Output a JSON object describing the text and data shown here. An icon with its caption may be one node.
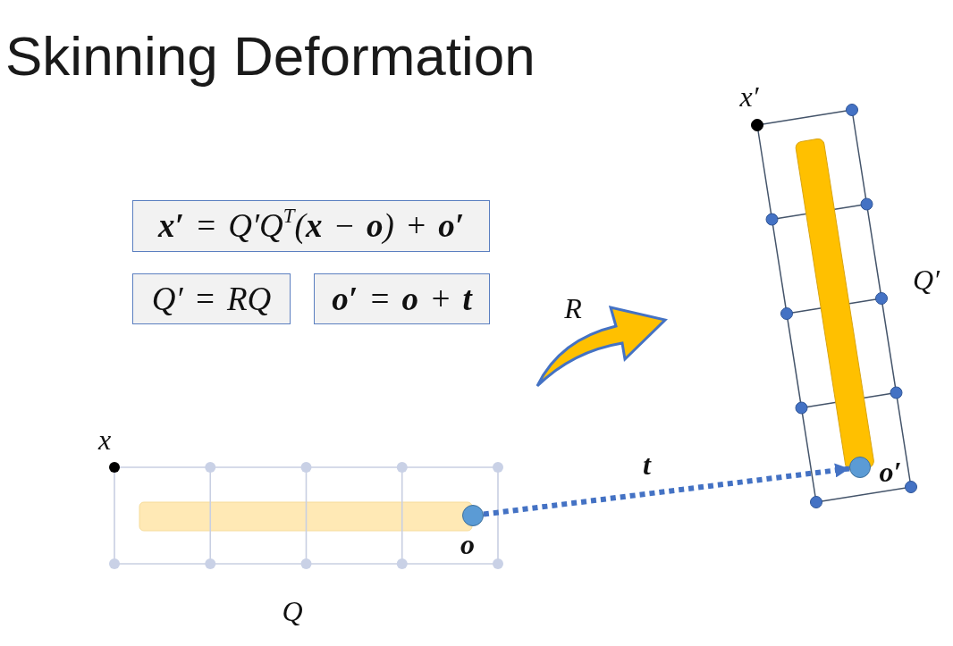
{
  "diagram": {
    "title": "Skinning Deformation",
    "nodes": [
      {
        "text": [
          "**x′** = Q′Q$^{T}$(**x** − **o**) + **o′**"
        ]
      },
      {
        "text": [
          "Q′ = RQ"
        ]
      },
      {
        "text": [
          "**o′** = **o** + **t**"
        ]
      },
      {
        "text": [],
        "shape": "circle",
        "beside": [
          "o"
        ]
      },
      {
        "text": [],
        "shape": "circle",
        "beside": [
          "o′"
        ]
      }
    ],
    "edges": [
      {
        "from": 3,
        "to": 4,
        "arrow": "to",
        "label": "t",
        "style": "dashed"
      }
    ],
    "labels": [
      "x′",
      "Q′",
      "R",
      "x",
      "Q"
    ]
  }
}
